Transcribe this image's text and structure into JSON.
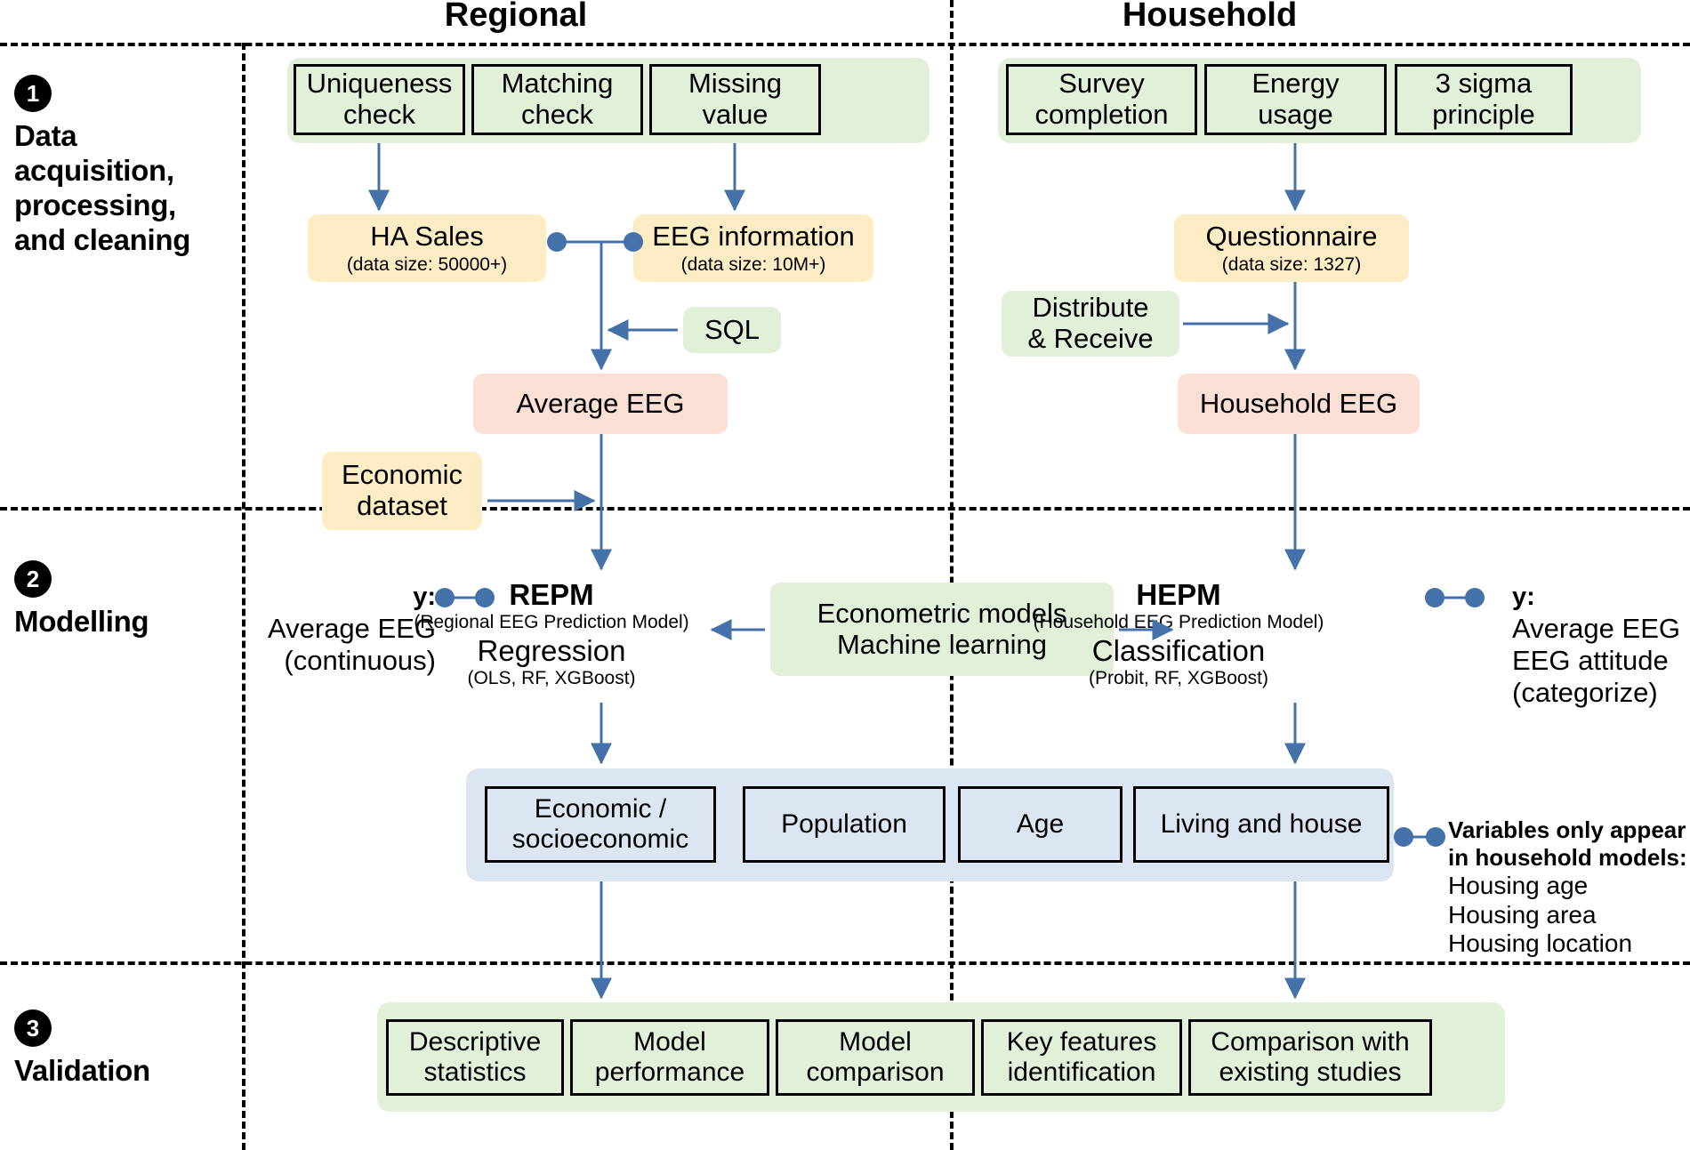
{
  "columns": {
    "regional": "Regional",
    "household": "Household"
  },
  "stages": [
    {
      "number": "1",
      "title": "Data\nacquisition,\nprocessing,\nand cleaning"
    },
    {
      "number": "2",
      "title": "Modelling"
    },
    {
      "number": "3",
      "title": "Validation"
    }
  ],
  "regional": {
    "checks": [
      "Uniqueness\ncheck",
      "Matching\ncheck",
      "Missing\nvalue"
    ],
    "ha_sales": {
      "title": "HA Sales",
      "sub": "(data size: 50000+)"
    },
    "eeg_information": {
      "title": "EEG information",
      "sub": "(data size: 10M+)"
    },
    "sql": "SQL",
    "average_eeg": "Average EEG",
    "economic_dataset": "Economic\ndataset",
    "model": {
      "name": "REPM",
      "full_name": "(Regional EEG Prediction Model)",
      "task": "Regression",
      "algorithms": "(OLS, RF, XGBoost)"
    },
    "target": {
      "label": "y:",
      "lines": [
        "Average EEG",
        "(continuous)"
      ]
    }
  },
  "household": {
    "checks": [
      "Survey\ncompletion",
      "Energy\nusage",
      "3 sigma\nprinciple"
    ],
    "questionnaire": {
      "title": "Questionnaire",
      "sub": "(data size: 1327)"
    },
    "distribute": "Distribute\n& Receive",
    "household_eeg": "Household EEG",
    "model": {
      "name": "HEPM",
      "full_name": "(Household EEG Prediction Model)",
      "task": "Classification",
      "algorithms": "(Probit, RF, XGBoost)"
    },
    "target": {
      "label": "y:",
      "lines": [
        "Average EEG",
        "EEG attitude",
        "(categorize)"
      ]
    }
  },
  "methods": {
    "line1": "Econometric models",
    "line2": "Machine learning"
  },
  "variables": {
    "items": [
      "Economic /\nsocioeconomic",
      "Population",
      "Age",
      "Living and house"
    ],
    "note_title": "Variables only appear\nin household models:",
    "note_items": [
      "Housing age",
      "Housing area",
      "Housing location"
    ]
  },
  "validation": {
    "items": [
      "Descriptive\nstatistics",
      "Model\nperformance",
      "Model\ncomparison",
      "Key features\nidentification",
      "Comparison with\nexisting studies"
    ]
  },
  "colors": {
    "green_group": "#e2efd9",
    "blue_group": "#dce6f2",
    "yellow": "#fdecc4",
    "pink": "#fbdfd4",
    "arrow": "#4472a8",
    "badge": "#000000"
  }
}
